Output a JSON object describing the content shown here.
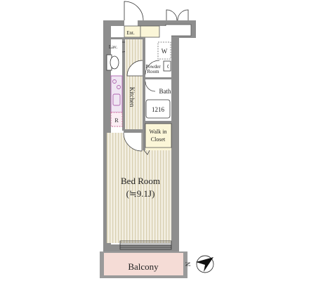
{
  "rooms": {
    "entrance": "Ent.",
    "lavatory": "Lav.",
    "washer": "W",
    "powder_room_line1": "Powder",
    "powder_room_line2": "Room",
    "kitchen": "Kitchen",
    "bath": "Bath",
    "bath_unit": "1216",
    "fridge": "R",
    "walk_in_line1": "Walk in",
    "walk_in_line2": "Closet",
    "bedroom": "Bed Room",
    "bedroom_area": "(≒9.1J)",
    "balcony": "Balcony"
  },
  "compass": {
    "north": "N"
  },
  "colors": {
    "wall": "#8e8e8e",
    "floor_stripe": "#e4dcc2",
    "floor_base": "#f3efe2",
    "balcony": "#f5dcd6",
    "entrance_floor": "#fbf6d8",
    "dashed_box": "#cc6699",
    "kitchen_equipment": "#b064b0"
  }
}
